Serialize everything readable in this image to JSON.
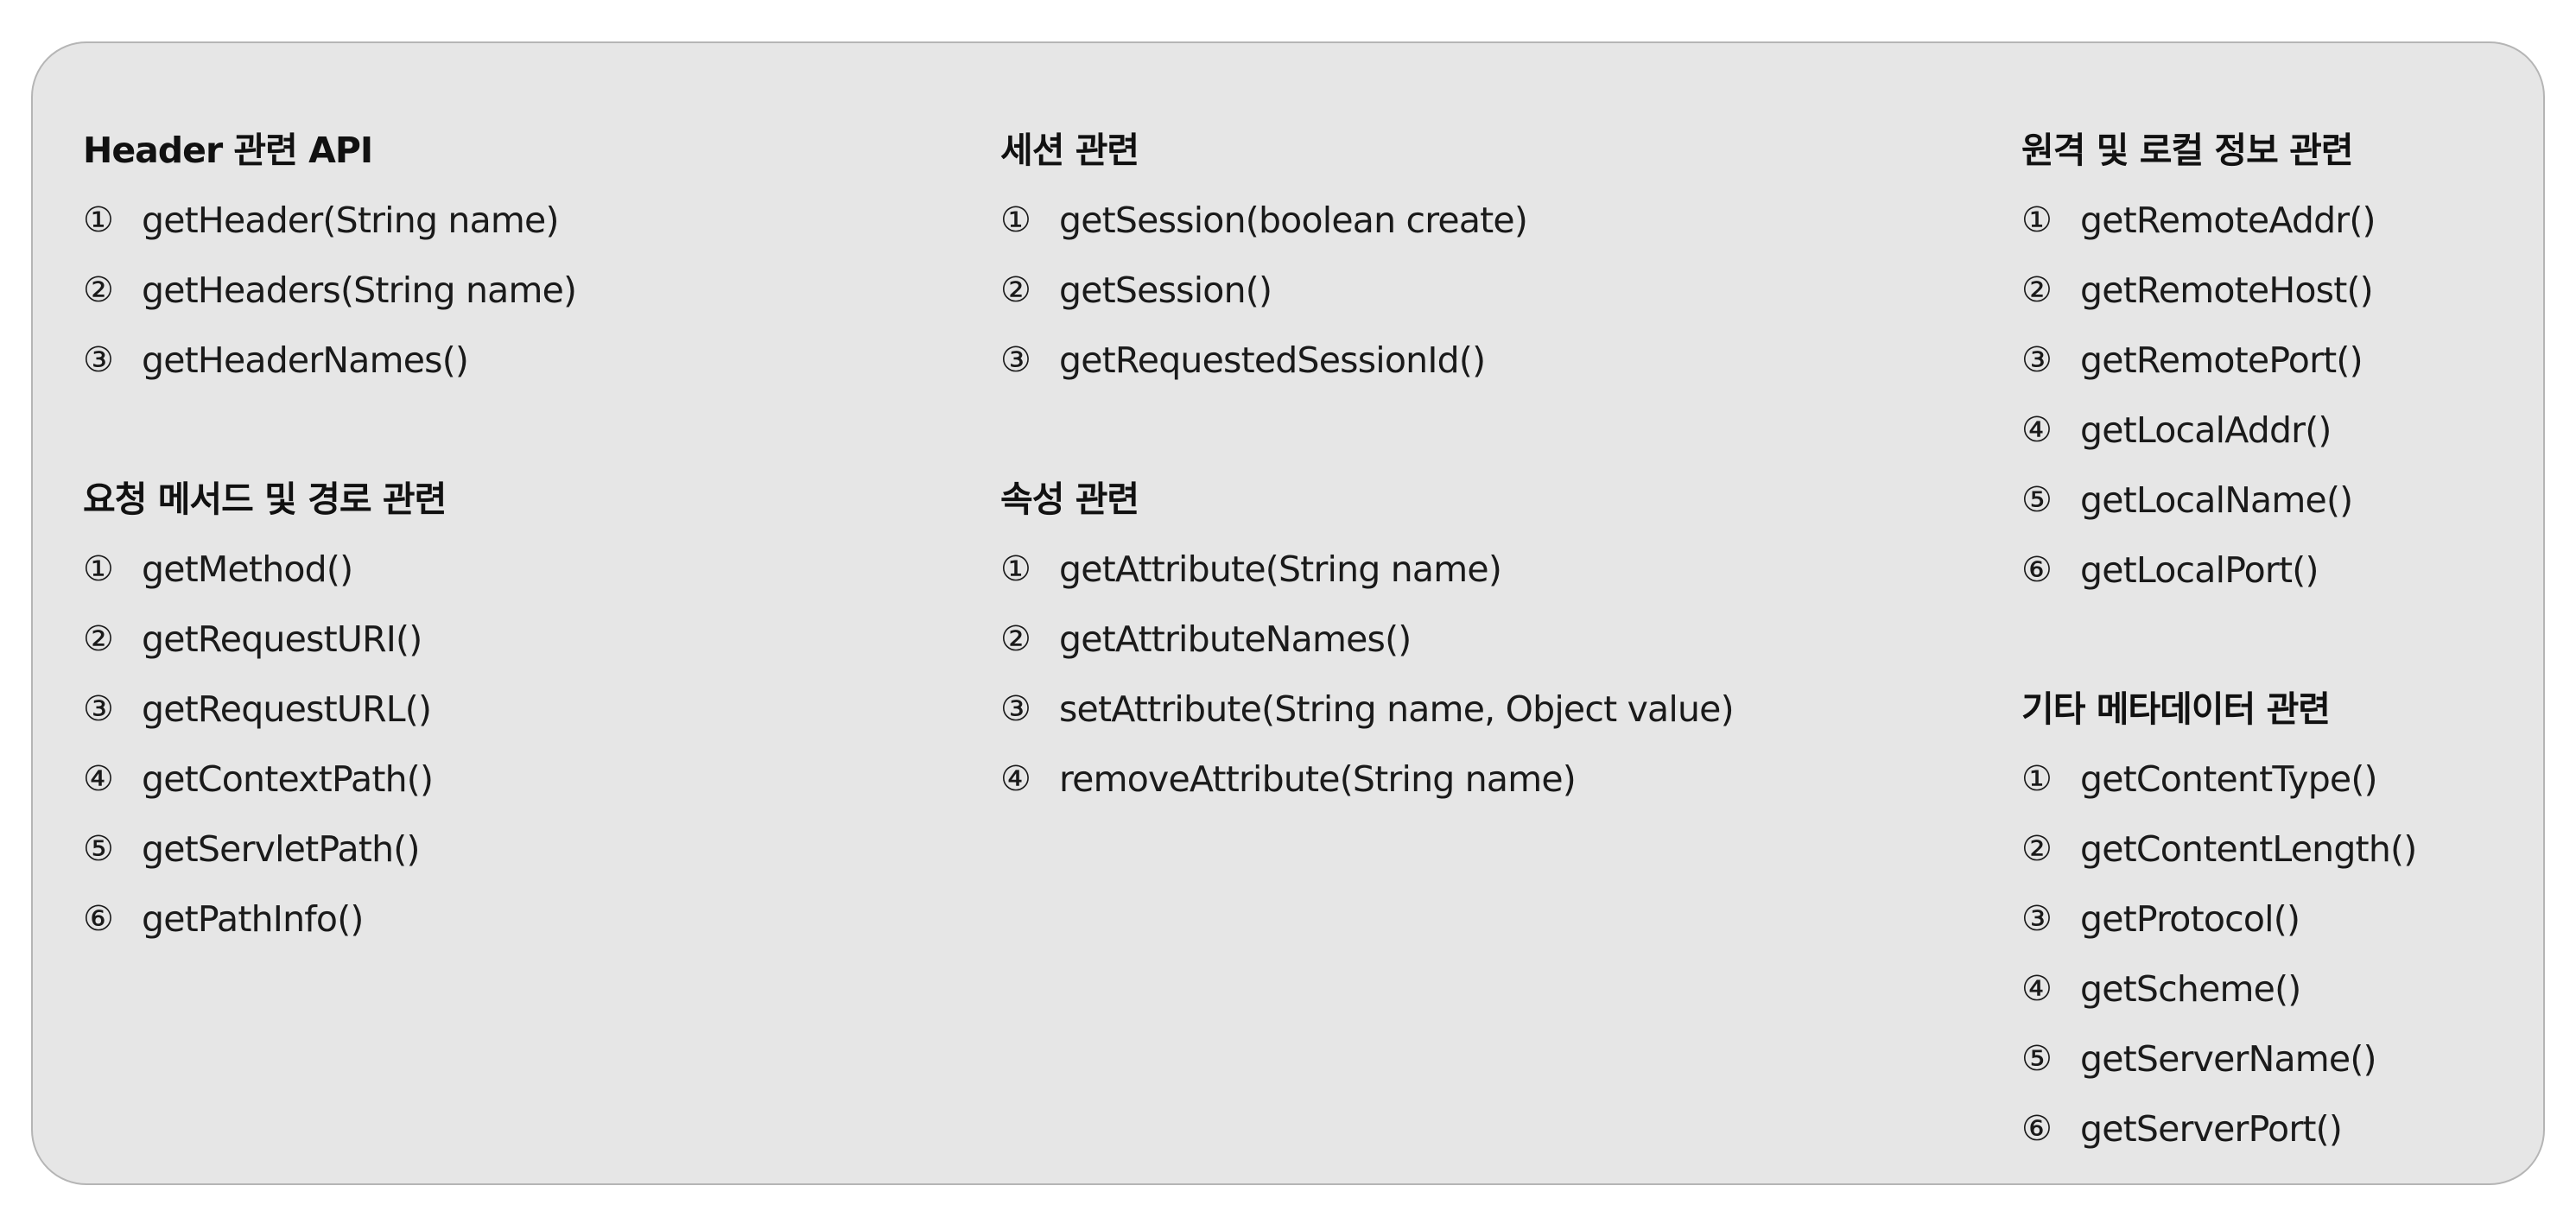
{
  "columns": [
    {
      "sections": [
        {
          "title": "Header 관련 API",
          "items": [
            {
              "number": "①",
              "text": "getHeader(String name)"
            },
            {
              "number": "②",
              "text": "getHeaders(String name)"
            },
            {
              "number": "③",
              "text": "getHeaderNames()"
            }
          ]
        },
        {
          "title": "요청 메서드 및 경로 관련",
          "items": [
            {
              "number": "①",
              "text": "getMethod()"
            },
            {
              "number": "②",
              "text": "getRequestURI()"
            },
            {
              "number": "③",
              "text": "getRequestURL()"
            },
            {
              "number": "④",
              "text": "getContextPath()"
            },
            {
              "number": "⑤",
              "text": "getServletPath()"
            },
            {
              "number": "⑥",
              "text": "getPathInfo()"
            }
          ]
        }
      ]
    },
    {
      "sections": [
        {
          "title": "세션 관련",
          "items": [
            {
              "number": "①",
              "text": "getSession(boolean create)"
            },
            {
              "number": "②",
              "text": "getSession()"
            },
            {
              "number": "③",
              "text": "getRequestedSessionId()"
            }
          ]
        },
        {
          "title": "속성 관련",
          "items": [
            {
              "number": "①",
              "text": "getAttribute(String name)"
            },
            {
              "number": "②",
              "text": "getAttributeNames()"
            },
            {
              "number": "③",
              "text": "setAttribute(String name, Object value)"
            },
            {
              "number": "④",
              "text": "removeAttribute(String name)"
            }
          ]
        }
      ]
    },
    {
      "sections": [
        {
          "title": "원격 및 로컬 정보 관련",
          "items": [
            {
              "number": "①",
              "text": "getRemoteAddr()"
            },
            {
              "number": "②",
              "text": "getRemoteHost()"
            },
            {
              "number": "③",
              "text": "getRemotePort()"
            },
            {
              "number": "④",
              "text": "getLocalAddr()"
            },
            {
              "number": "⑤",
              "text": "getLocalName()"
            },
            {
              "number": "⑥",
              "text": "getLocalPort()"
            }
          ]
        },
        {
          "title": "기타 메타데이터 관련",
          "items": [
            {
              "number": "①",
              "text": "getContentType()"
            },
            {
              "number": "②",
              "text": "getContentLength()"
            },
            {
              "number": "③",
              "text": "getProtocol()"
            },
            {
              "number": "④",
              "text": "getScheme()"
            },
            {
              "number": "⑤",
              "text": "getServerName()"
            },
            {
              "number": "⑥",
              "text": "getServerPort()"
            }
          ]
        }
      ]
    }
  ]
}
